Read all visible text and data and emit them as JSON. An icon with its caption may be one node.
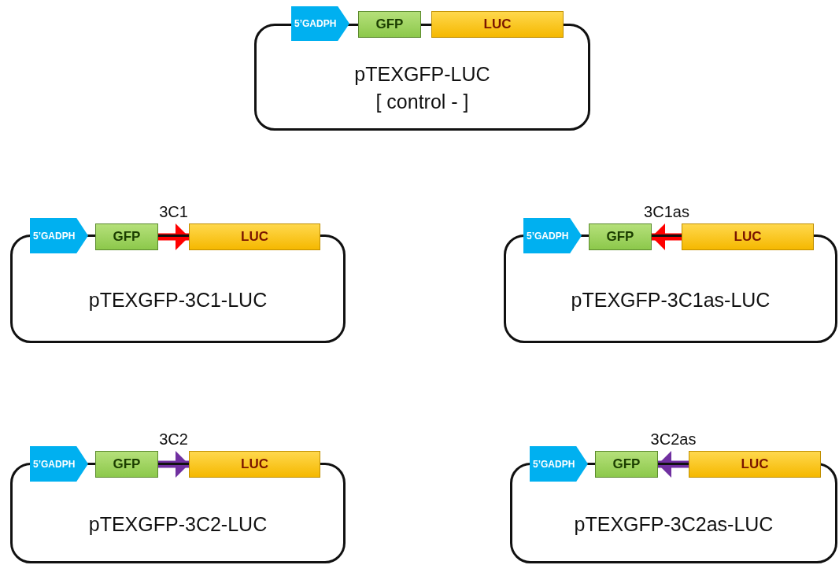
{
  "diagram": {
    "nodes": [
      {
        "text": [
          "5’GADPH"
        ]
      },
      {
        "text": [
          "GFP"
        ]
      },
      {
        "text": [
          "LUC"
        ]
      },
      {
        "text": [
          "pTEXGFP-LUC",
          "[ control - ]"
        ]
      },
      {
        "text": [
          "5’GADPH"
        ]
      },
      {
        "text": [
          "GFP"
        ]
      },
      {
        "text": [
          "LUC"
        ]
      },
      {
        "text": [
          "pTEXGFP-3C1-LUC"
        ]
      },
      {
        "text": [
          "5’GADPH"
        ]
      },
      {
        "text": [
          "GFP"
        ]
      },
      {
        "text": [
          "LUC"
        ]
      },
      {
        "text": [
          "pTEXGFP-3C1as-LUC"
        ]
      },
      {
        "text": [
          "5’GADPH"
        ]
      },
      {
        "text": [
          "GFP"
        ]
      },
      {
        "text": [
          "LUC"
        ]
      },
      {
        "text": [
          "pTEXGFP-3C2-LUC"
        ]
      },
      {
        "text": [
          "5’GADPH"
        ]
      },
      {
        "text": [
          "GFP"
        ]
      },
      {
        "text": [
          "LUC"
        ]
      },
      {
        "text": [
          "pTEXGFP-3C2as-LUC"
        ]
      }
    ],
    "edges": [
      {
        "from": 5,
        "to": 6,
        "arrow": "to",
        "label": "3C1",
        "color": "#ff0000"
      },
      {
        "from": 10,
        "to": 9,
        "arrow": "to",
        "label": "3C1as",
        "color": "#ff0000"
      },
      {
        "from": 13,
        "to": 14,
        "arrow": "to",
        "label": "3C2",
        "color": "#7030a0"
      },
      {
        "from": 18,
        "to": 17,
        "arrow": "to",
        "label": "3C2as",
        "color": "#7030a0"
      }
    ]
  }
}
